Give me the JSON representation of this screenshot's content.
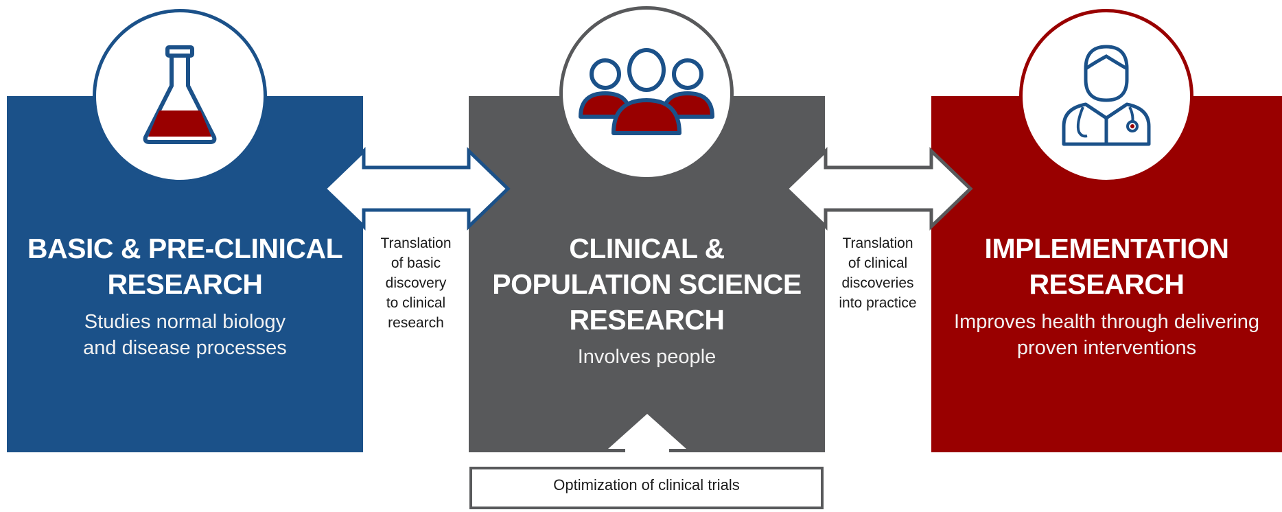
{
  "panels": {
    "basic": {
      "title": "BASIC & PRE-CLINICAL\nRESEARCH",
      "subtitle": "Studies normal biology\nand disease processes",
      "icon": "flask-icon"
    },
    "clinical": {
      "title": "CLINICAL &\nPOPULATION SCIENCE\nRESEARCH",
      "subtitle": "Involves people",
      "icon": "people-group-icon"
    },
    "implementation": {
      "title": "IMPLEMENTATION\nRESEARCH",
      "subtitle": "Improves health through delivering\nproven interventions",
      "icon": "doctor-icon"
    }
  },
  "transitions": {
    "basic_to_clinical": "Translation\nof basic\ndiscovery\nto clinical\nresearch",
    "clinical_to_implementation": "Translation\nof clinical\ndiscoveries\ninto practice"
  },
  "optimization_label": "Optimization of clinical trials",
  "colors": {
    "blue": "#1b5189",
    "gray": "#58595b",
    "red": "#990000"
  }
}
